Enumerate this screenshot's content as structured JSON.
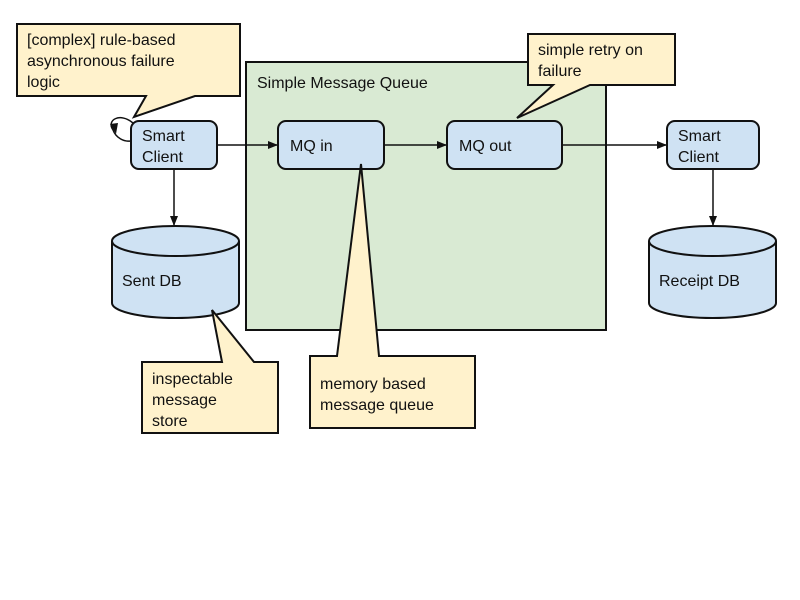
{
  "diagram": {
    "colors": {
      "node_fill": "#cfe2f3",
      "group_fill": "#d9ead3",
      "callout_fill": "#fff2cc",
      "stroke": "#111111"
    },
    "group": {
      "label": "Simple Message Queue"
    },
    "nodes": {
      "smart_client_left": {
        "line1": "Smart",
        "line2": "Client"
      },
      "mq_in": {
        "label": "MQ in"
      },
      "mq_out": {
        "label": "MQ out"
      },
      "smart_client_right": {
        "line1": "Smart",
        "line2": "Client"
      },
      "sent_db": {
        "label": "Sent DB"
      },
      "receipt_db": {
        "label": "Receipt DB"
      }
    },
    "callouts": {
      "failure_logic": {
        "lines": [
          "[complex] rule-based",
          "asynchronous failure",
          "logic"
        ]
      },
      "retry": {
        "lines": [
          "simple retry on",
          "failure"
        ]
      },
      "message_store": {
        "lines": [
          "inspectable",
          "message",
          "store"
        ]
      },
      "memory_queue": {
        "lines": [
          "memory based",
          "message queue"
        ]
      }
    },
    "edges": [
      {
        "from": "Smart Client (left)",
        "to": "MQ in"
      },
      {
        "from": "MQ in",
        "to": "MQ out"
      },
      {
        "from": "MQ out",
        "to": "Smart Client (right)"
      },
      {
        "from": "Smart Client (left)",
        "to": "Sent DB"
      },
      {
        "from": "Smart Client (right)",
        "to": "Receipt DB"
      },
      {
        "from": "Smart Client (left)",
        "to": "Smart Client (left)",
        "type": "self-loop"
      }
    ]
  }
}
